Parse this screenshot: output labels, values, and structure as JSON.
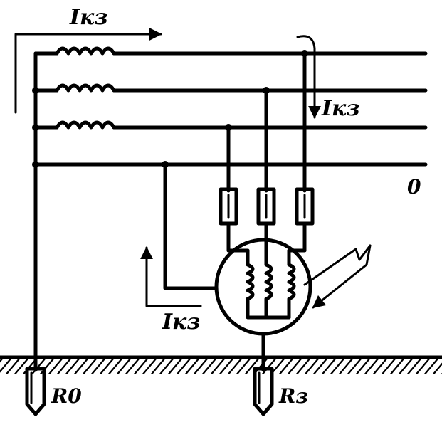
{
  "labels": {
    "ikz_top": "Iкз",
    "ikz_right": "Iкз",
    "ikz_bottom": "Iкз",
    "neutral": "0",
    "r0": "R0",
    "rz": "Rз"
  },
  "icons": [
    "transformer-winding-icon",
    "fuse-icon",
    "motor-icon",
    "lightning-arrow-icon",
    "ground-electrode-icon",
    "ground-hatch-icon"
  ]
}
